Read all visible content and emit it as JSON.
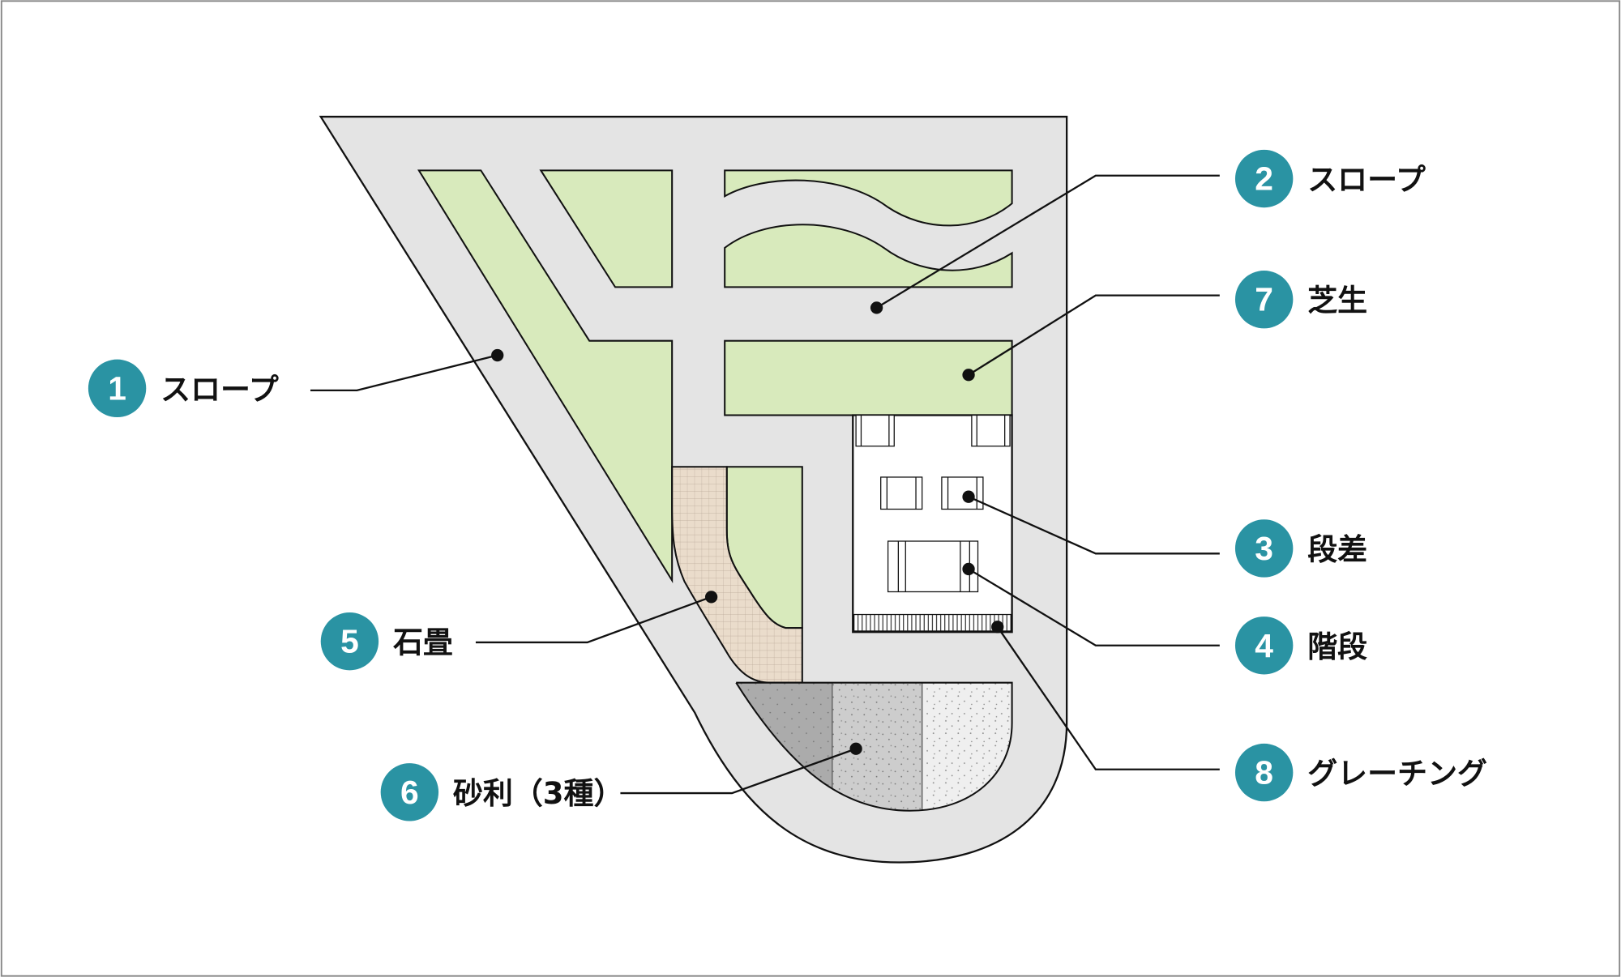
{
  "colors": {
    "accent": "#2a93a3",
    "lawn": "#d8eabc",
    "paving": "#e4e4e4",
    "stone": "#eadccb"
  },
  "callouts": [
    {
      "number": "1",
      "label": "スロープ"
    },
    {
      "number": "2",
      "label": "スロープ"
    },
    {
      "number": "7",
      "label": "芝生"
    },
    {
      "number": "3",
      "label": "段差"
    },
    {
      "number": "4",
      "label": "階段"
    },
    {
      "number": "8",
      "label": "グレーチング"
    },
    {
      "number": "5",
      "label": "石畳"
    },
    {
      "number": "6",
      "label": "砂利（3種）"
    }
  ]
}
